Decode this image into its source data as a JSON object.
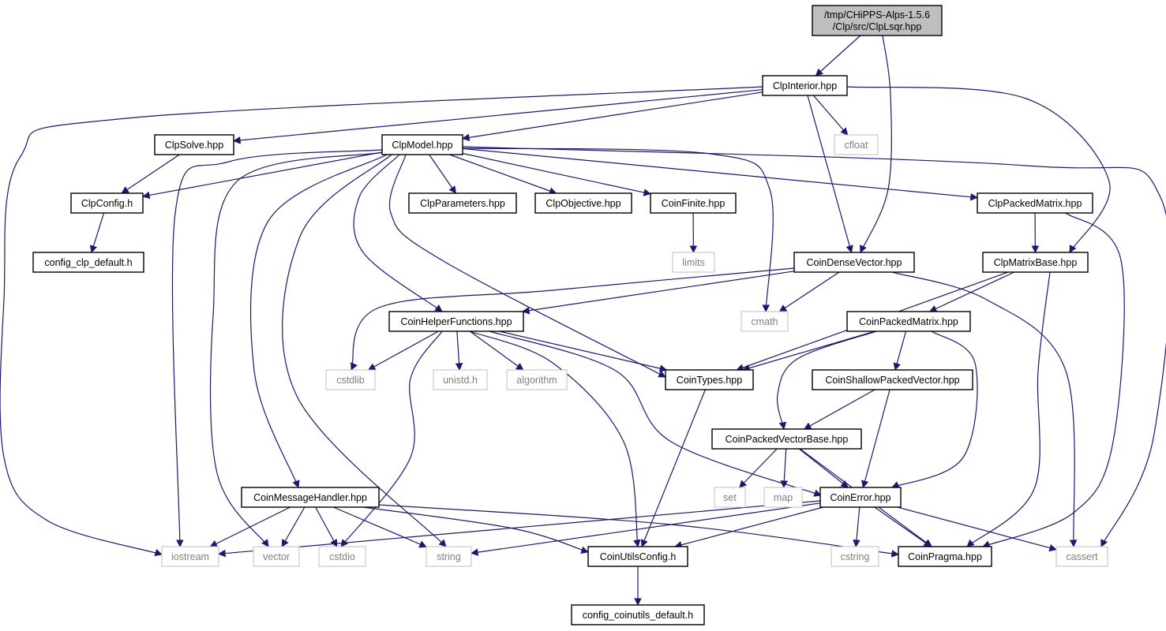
{
  "colors": {
    "edge": "#191970",
    "root_fill": "#bfbfbf",
    "external_border": "#bfbfbf",
    "external_text": "#7f7f7f"
  },
  "nodes": [
    {
      "id": "root",
      "label_lines": [
        "/tmp/CHiPPS-Alps-1.5.6",
        "/Clp/src/ClpLsqr.hpp"
      ],
      "kind": "root"
    },
    {
      "id": "ClpInterior",
      "label_lines": [
        "ClpInterior.hpp"
      ],
      "kind": "header"
    },
    {
      "id": "ClpSolve",
      "label_lines": [
        "ClpSolve.hpp"
      ],
      "kind": "header"
    },
    {
      "id": "ClpModel",
      "label_lines": [
        "ClpModel.hpp"
      ],
      "kind": "header"
    },
    {
      "id": "cfloat",
      "label_lines": [
        "cfloat"
      ],
      "kind": "external"
    },
    {
      "id": "ClpConfig",
      "label_lines": [
        "ClpConfig.h"
      ],
      "kind": "header"
    },
    {
      "id": "ClpParameters",
      "label_lines": [
        "ClpParameters.hpp"
      ],
      "kind": "header"
    },
    {
      "id": "ClpObjective",
      "label_lines": [
        "ClpObjective.hpp"
      ],
      "kind": "header"
    },
    {
      "id": "CoinFinite",
      "label_lines": [
        "CoinFinite.hpp"
      ],
      "kind": "header"
    },
    {
      "id": "ClpPackedMatrix",
      "label_lines": [
        "ClpPackedMatrix.hpp"
      ],
      "kind": "header"
    },
    {
      "id": "config_clp_default",
      "label_lines": [
        "config_clp_default.h"
      ],
      "kind": "header"
    },
    {
      "id": "limits",
      "label_lines": [
        "limits"
      ],
      "kind": "external"
    },
    {
      "id": "CoinDenseVector",
      "label_lines": [
        "CoinDenseVector.hpp"
      ],
      "kind": "header"
    },
    {
      "id": "ClpMatrixBase",
      "label_lines": [
        "ClpMatrixBase.hpp"
      ],
      "kind": "header"
    },
    {
      "id": "CoinHelperFunctions",
      "label_lines": [
        "CoinHelperFunctions.hpp"
      ],
      "kind": "header"
    },
    {
      "id": "cmath",
      "label_lines": [
        "cmath"
      ],
      "kind": "external"
    },
    {
      "id": "CoinPackedMatrix",
      "label_lines": [
        "CoinPackedMatrix.hpp"
      ],
      "kind": "header"
    },
    {
      "id": "cstdlib",
      "label_lines": [
        "cstdlib"
      ],
      "kind": "external"
    },
    {
      "id": "unistd",
      "label_lines": [
        "unistd.h"
      ],
      "kind": "external"
    },
    {
      "id": "algorithm",
      "label_lines": [
        "algorithm"
      ],
      "kind": "external"
    },
    {
      "id": "CoinTypes",
      "label_lines": [
        "CoinTypes.hpp"
      ],
      "kind": "header"
    },
    {
      "id": "CoinShallowPackedVector",
      "label_lines": [
        "CoinShallowPackedVector.hpp"
      ],
      "kind": "header"
    },
    {
      "id": "CoinPackedVectorBase",
      "label_lines": [
        "CoinPackedVectorBase.hpp"
      ],
      "kind": "header"
    },
    {
      "id": "set",
      "label_lines": [
        "set"
      ],
      "kind": "external"
    },
    {
      "id": "map",
      "label_lines": [
        "map"
      ],
      "kind": "external"
    },
    {
      "id": "CoinMessageHandler",
      "label_lines": [
        "CoinMessageHandler.hpp"
      ],
      "kind": "header"
    },
    {
      "id": "CoinError",
      "label_lines": [
        "CoinError.hpp"
      ],
      "kind": "header"
    },
    {
      "id": "iostream",
      "label_lines": [
        "iostream"
      ],
      "kind": "external"
    },
    {
      "id": "vector",
      "label_lines": [
        "vector"
      ],
      "kind": "external"
    },
    {
      "id": "cstdio",
      "label_lines": [
        "cstdio"
      ],
      "kind": "external"
    },
    {
      "id": "string",
      "label_lines": [
        "string"
      ],
      "kind": "external"
    },
    {
      "id": "CoinUtilsConfig",
      "label_lines": [
        "CoinUtilsConfig.h"
      ],
      "kind": "header"
    },
    {
      "id": "cstring",
      "label_lines": [
        "cstring"
      ],
      "kind": "external"
    },
    {
      "id": "CoinPragma",
      "label_lines": [
        "CoinPragma.hpp"
      ],
      "kind": "header"
    },
    {
      "id": "cassert",
      "label_lines": [
        "cassert"
      ],
      "kind": "external"
    },
    {
      "id": "config_coinutils_default",
      "label_lines": [
        "config_coinutils_default.h"
      ],
      "kind": "header"
    }
  ],
  "edges": [
    [
      "root",
      "ClpInterior"
    ],
    [
      "root",
      "CoinDenseVector"
    ],
    [
      "ClpInterior",
      "iostream"
    ],
    [
      "ClpInterior",
      "ClpSolve"
    ],
    [
      "ClpInterior",
      "ClpModel"
    ],
    [
      "ClpInterior",
      "cfloat"
    ],
    [
      "ClpInterior",
      "CoinDenseVector"
    ],
    [
      "ClpInterior",
      "ClpMatrixBase"
    ],
    [
      "ClpSolve",
      "ClpConfig"
    ],
    [
      "ClpConfig",
      "config_clp_default"
    ],
    [
      "ClpModel",
      "ClpConfig"
    ],
    [
      "ClpModel",
      "iostream"
    ],
    [
      "ClpModel",
      "vector"
    ],
    [
      "ClpModel",
      "CoinMessageHandler"
    ],
    [
      "ClpModel",
      "string"
    ],
    [
      "ClpModel",
      "CoinHelperFunctions"
    ],
    [
      "ClpModel",
      "CoinTypes"
    ],
    [
      "ClpModel",
      "ClpParameters"
    ],
    [
      "ClpModel",
      "ClpObjective"
    ],
    [
      "ClpModel",
      "CoinFinite"
    ],
    [
      "ClpModel",
      "cmath"
    ],
    [
      "ClpModel",
      "ClpPackedMatrix"
    ],
    [
      "ClpModel",
      "cassert"
    ],
    [
      "CoinFinite",
      "limits"
    ],
    [
      "ClpPackedMatrix",
      "ClpMatrixBase"
    ],
    [
      "ClpPackedMatrix",
      "CoinPragma"
    ],
    [
      "CoinDenseVector",
      "cstdlib"
    ],
    [
      "CoinDenseVector",
      "CoinHelperFunctions"
    ],
    [
      "CoinDenseVector",
      "cmath"
    ],
    [
      "CoinDenseVector",
      "cassert"
    ],
    [
      "ClpMatrixBase",
      "CoinTypes"
    ],
    [
      "ClpMatrixBase",
      "CoinPackedMatrix"
    ],
    [
      "ClpMatrixBase",
      "CoinPragma"
    ],
    [
      "CoinHelperFunctions",
      "cstdlib"
    ],
    [
      "CoinHelperFunctions",
      "unistd"
    ],
    [
      "CoinHelperFunctions",
      "algorithm"
    ],
    [
      "CoinHelperFunctions",
      "CoinTypes"
    ],
    [
      "CoinHelperFunctions",
      "cstdio"
    ],
    [
      "CoinHelperFunctions",
      "CoinUtilsConfig"
    ],
    [
      "CoinHelperFunctions",
      "CoinError"
    ],
    [
      "CoinPackedMatrix",
      "CoinTypes"
    ],
    [
      "CoinPackedMatrix",
      "CoinShallowPackedVector"
    ],
    [
      "CoinPackedMatrix",
      "CoinPackedVectorBase"
    ],
    [
      "CoinPackedMatrix",
      "CoinError"
    ],
    [
      "CoinTypes",
      "CoinUtilsConfig"
    ],
    [
      "CoinShallowPackedVector",
      "CoinPackedVectorBase"
    ],
    [
      "CoinShallowPackedVector",
      "CoinError"
    ],
    [
      "CoinPackedVectorBase",
      "set"
    ],
    [
      "CoinPackedVectorBase",
      "map"
    ],
    [
      "CoinPackedVectorBase",
      "CoinError"
    ],
    [
      "CoinPackedVectorBase",
      "CoinPragma"
    ],
    [
      "CoinMessageHandler",
      "iostream"
    ],
    [
      "CoinMessageHandler",
      "vector"
    ],
    [
      "CoinMessageHandler",
      "cstdio"
    ],
    [
      "CoinMessageHandler",
      "string"
    ],
    [
      "CoinMessageHandler",
      "CoinUtilsConfig"
    ],
    [
      "CoinMessageHandler",
      "CoinPragma"
    ],
    [
      "CoinError",
      "iostream"
    ],
    [
      "CoinError",
      "string"
    ],
    [
      "CoinError",
      "CoinUtilsConfig"
    ],
    [
      "CoinError",
      "cstring"
    ],
    [
      "CoinError",
      "CoinPragma"
    ],
    [
      "CoinError",
      "cassert"
    ],
    [
      "CoinUtilsConfig",
      "config_coinutils_default"
    ]
  ]
}
